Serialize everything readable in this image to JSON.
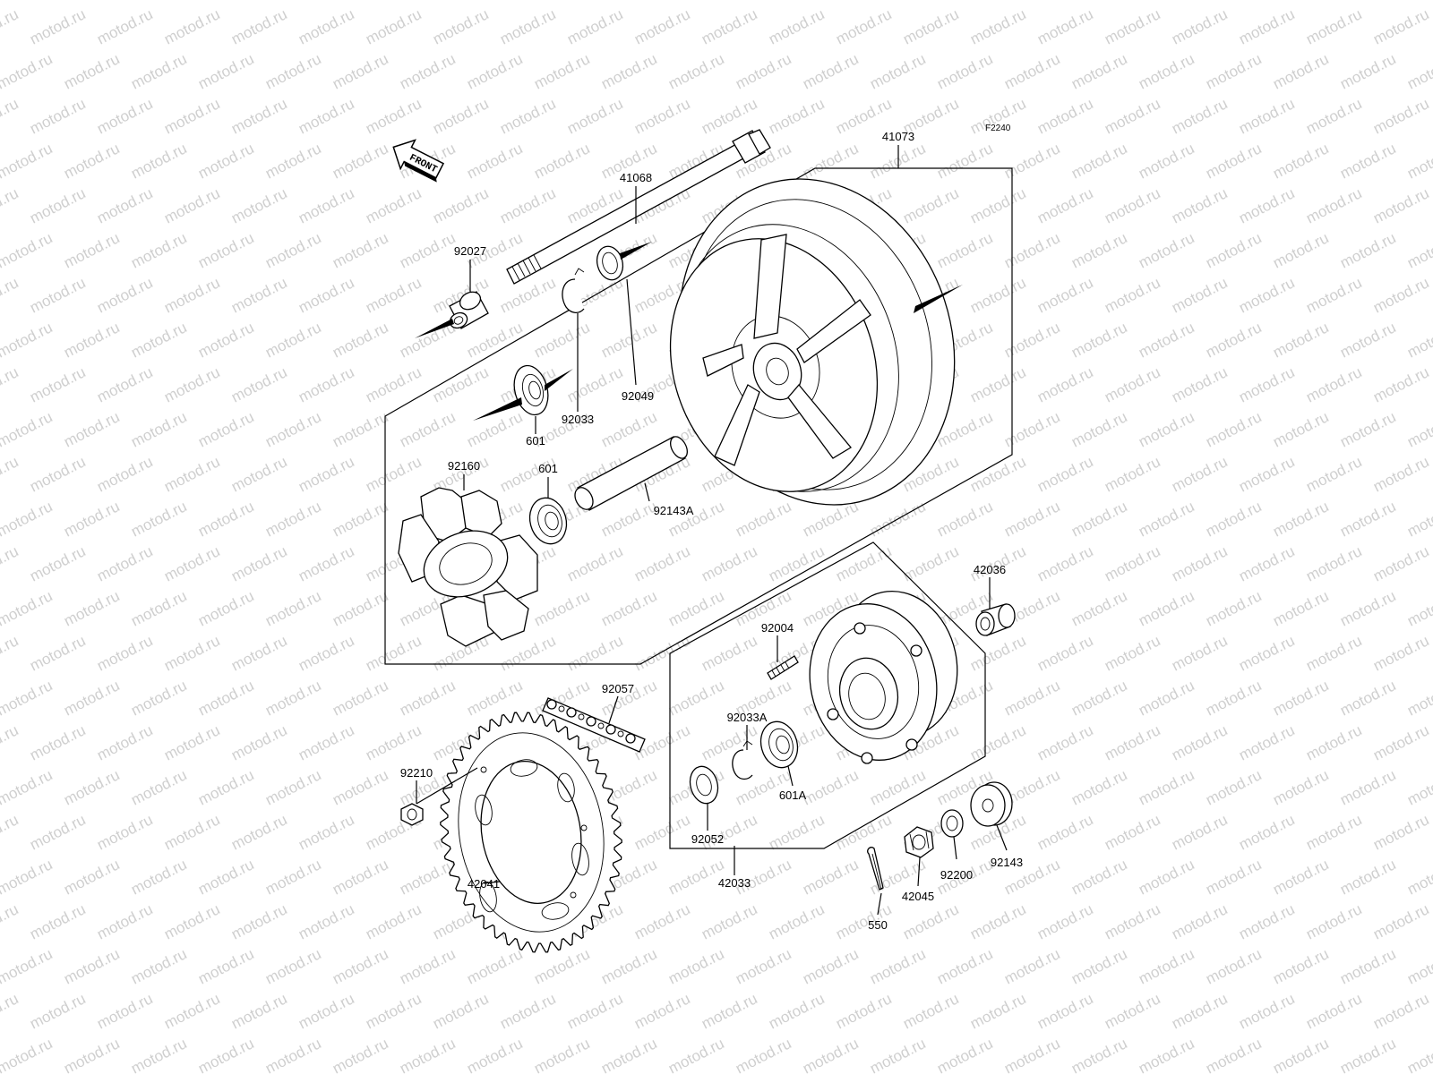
{
  "figure_code": "F2240",
  "front_arrow_label": "FRONT",
  "watermark": "motod.ru",
  "parts": [
    {
      "id": "41073",
      "name": "rear-wheel"
    },
    {
      "id": "41068",
      "name": "axle"
    },
    {
      "id": "92027",
      "name": "collar"
    },
    {
      "id": "92049",
      "name": "oil-seal"
    },
    {
      "id": "92033",
      "name": "circlip"
    },
    {
      "id": "601",
      "name": "ball-bearing"
    },
    {
      "id": "92160",
      "name": "damper"
    },
    {
      "id": "601",
      "name": "ball-bearing-2"
    },
    {
      "id": "92143A",
      "name": "spacer-tube"
    },
    {
      "id": "42036",
      "name": "collar-right"
    },
    {
      "id": "92004",
      "name": "stud"
    },
    {
      "id": "92057",
      "name": "chain"
    },
    {
      "id": "92033A",
      "name": "circlip-hub"
    },
    {
      "id": "601A",
      "name": "hub-bearing"
    },
    {
      "id": "92210",
      "name": "nut"
    },
    {
      "id": "92052",
      "name": "hub-oil-seal"
    },
    {
      "id": "42033",
      "name": "sprocket-hub"
    },
    {
      "id": "42041",
      "name": "sprocket"
    },
    {
      "id": "92143",
      "name": "collar-outer"
    },
    {
      "id": "92200",
      "name": "washer"
    },
    {
      "id": "42045",
      "name": "castle-nut"
    },
    {
      "id": "550",
      "name": "cotter-pin"
    }
  ]
}
